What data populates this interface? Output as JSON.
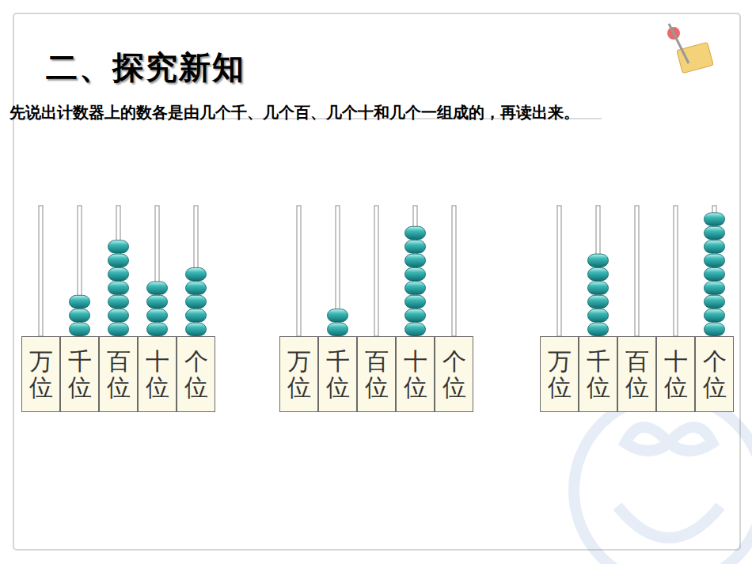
{
  "diagram": {
    "title": "二、探究新知",
    "nodes": [
      {
        "text": [
          "万位"
        ]
      },
      {
        "text": [
          "千位"
        ]
      },
      {
        "text": [
          "百位"
        ]
      },
      {
        "text": [
          "十位"
        ]
      },
      {
        "text": [
          "个位"
        ]
      },
      {
        "text": [
          "万位"
        ]
      },
      {
        "text": [
          "千位"
        ]
      },
      {
        "text": [
          "百位"
        ]
      },
      {
        "text": [
          "十位"
        ]
      },
      {
        "text": [
          "个位"
        ]
      },
      {
        "text": [
          "万位"
        ]
      },
      {
        "text": [
          "千位"
        ]
      },
      {
        "text": [
          "百位"
        ]
      },
      {
        "text": [
          "十位"
        ]
      },
      {
        "text": [
          "个位"
        ]
      }
    ],
    "labels": [
      "先说出计数器上的数各是由几个千、几个百、几个十和几个一组成的，再读出来。"
    ]
  }
}
